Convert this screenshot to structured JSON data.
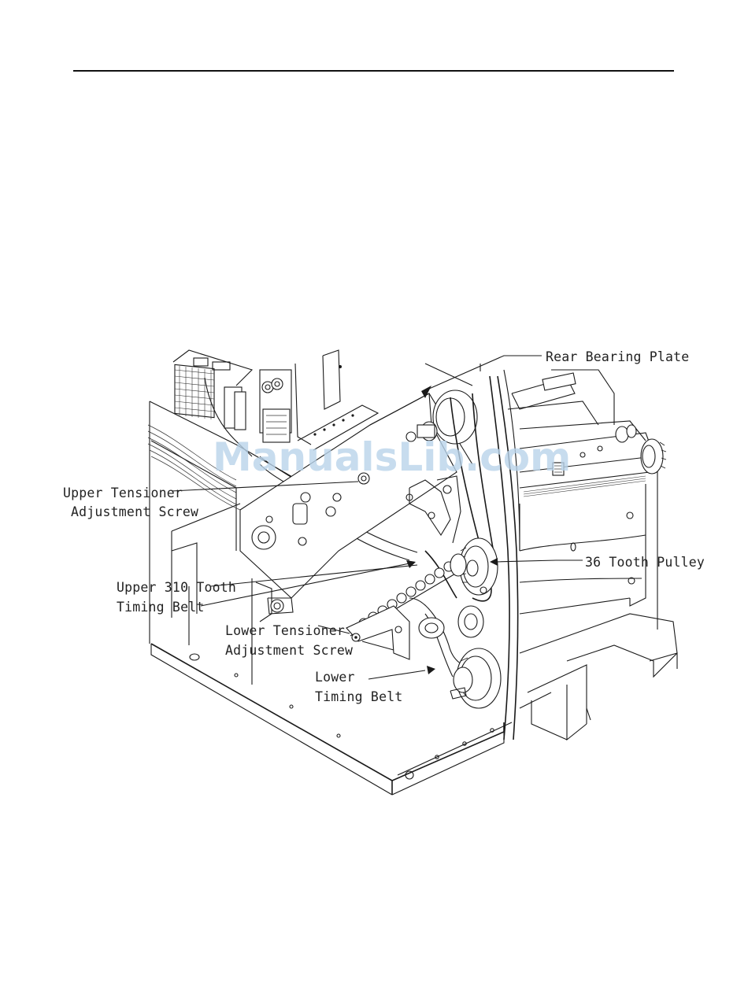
{
  "figure": {
    "labels": {
      "rear_bearing_plate": "Rear Bearing Plate",
      "upper_tensioner_l1": "Upper Tensioner",
      "upper_tensioner_l2": "Adjustment Screw",
      "pulley_36": "36 Tooth Pulley",
      "upper_belt_l1": "Upper 310 Tooth",
      "upper_belt_l2": "Timing Belt",
      "lower_tensioner_l1": "Lower Tensioner",
      "lower_tensioner_l2": "Adjustment Screw",
      "lower_belt_l1": "Lower",
      "lower_belt_l2": "Timing Belt"
    },
    "watermark": "ManualsLib.com"
  }
}
